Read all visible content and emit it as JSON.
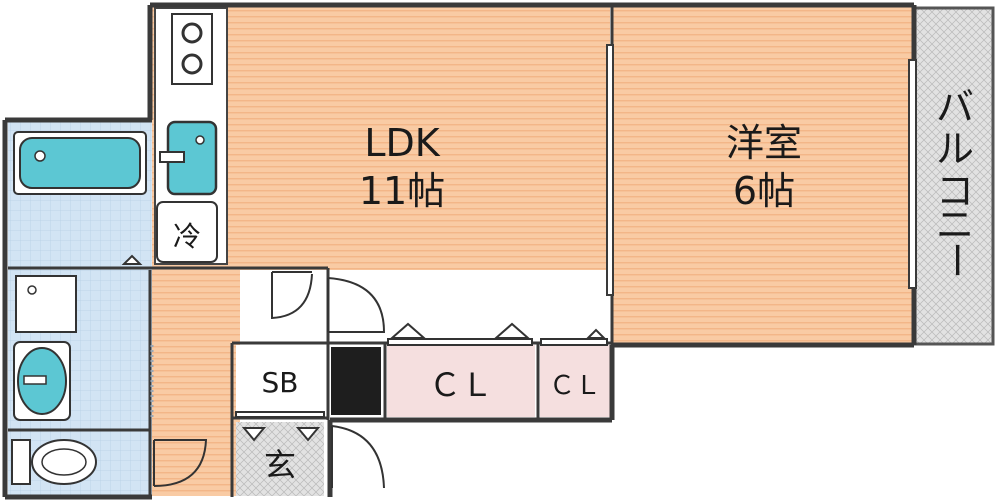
{
  "rooms": {
    "ldk": {
      "name": "LDK",
      "size": "11帖"
    },
    "western": {
      "name": "洋室",
      "size": "6帖"
    },
    "balcony": {
      "chars": [
        "バ",
        "ル",
        "コ",
        "ニ",
        "ー"
      ]
    },
    "fridge": "冷",
    "storage_sb": "SB",
    "closet_main": "ＣＬ",
    "closet_small": "ＣＬ",
    "entrance": "玄"
  },
  "colors": {
    "floor": "#f9c9a0",
    "floor_stripe": "#f4b98c",
    "wet": "#cfe2f3",
    "fixture": "#5cc7d3",
    "closet": "#f4dede",
    "balcony": "#d9d9d9",
    "wall": "#333333"
  }
}
